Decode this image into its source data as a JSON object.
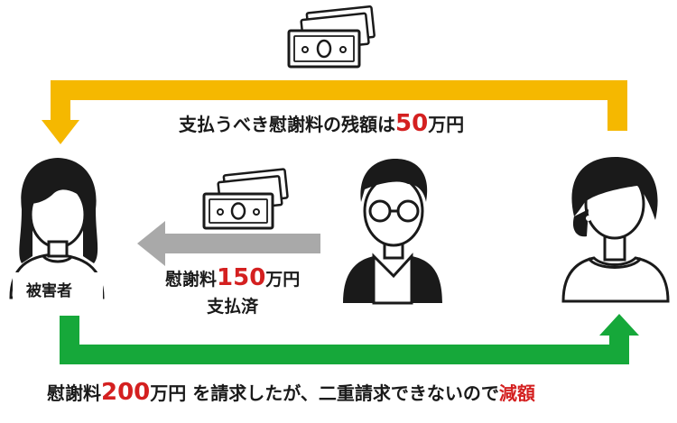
{
  "top_label": {
    "prefix": "支払うべき慰謝料の残額は",
    "amount": "50",
    "suffix": "万円"
  },
  "middle_label": {
    "line1_prefix": "慰謝料",
    "line1_amount": "150",
    "line1_suffix": "万円",
    "line2": "支払済"
  },
  "bottom_label": {
    "prefix": "慰謝料",
    "amount": "200",
    "mid": "万円 を請求したが、二重請求できないので",
    "highlight": "減額"
  },
  "victim": {
    "label": "被害者"
  },
  "icons": [
    "money-bill-icon",
    "money-bill-icon",
    "woman-victim-icon",
    "man-with-glasses-icon",
    "woman-icon"
  ],
  "colors": {
    "yellow_arrow": "#f5b800",
    "green_arrow": "#16a83a",
    "gray_arrow": "#a9a9a9",
    "highlight_red": "#d42020",
    "figure": "#1a1a1a"
  }
}
